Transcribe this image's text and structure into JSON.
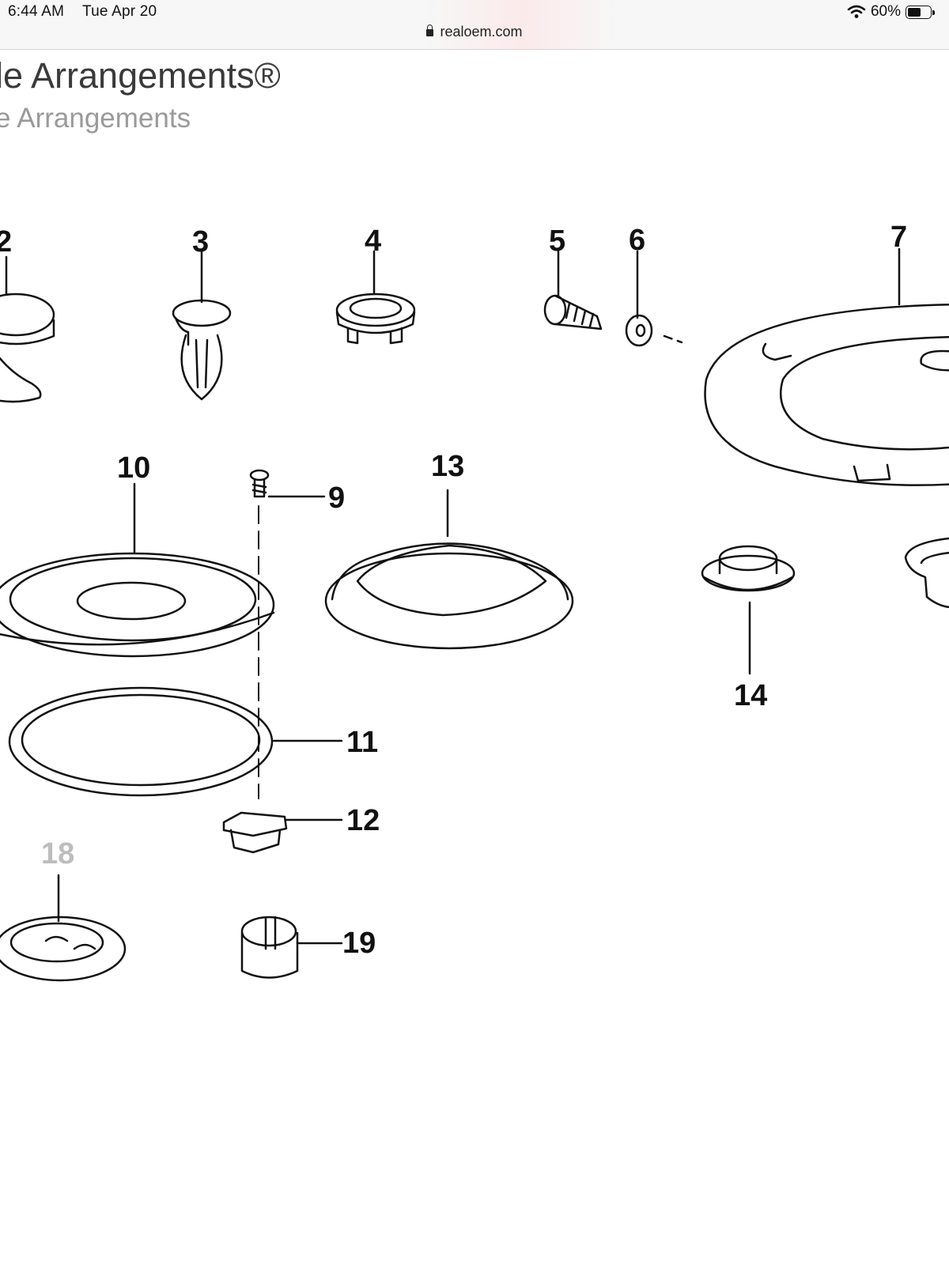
{
  "status_bar": {
    "time": "6:44 AM",
    "date": "Tue Apr 20",
    "url": "realoem.com",
    "battery": "60%",
    "battery_level": 0.6,
    "icons": [
      "wifi-icon",
      "battery-icon",
      "lock-icon"
    ]
  },
  "page": {
    "title": "le Arrangements®",
    "subtitle": "e Arrangements"
  },
  "diagram": {
    "callouts": [
      {
        "id": "2",
        "label": "2"
      },
      {
        "id": "3",
        "label": "3"
      },
      {
        "id": "4",
        "label": "4"
      },
      {
        "id": "5",
        "label": "5"
      },
      {
        "id": "6",
        "label": "6"
      },
      {
        "id": "7",
        "label": "7"
      },
      {
        "id": "9",
        "label": "9"
      },
      {
        "id": "10",
        "label": "10"
      },
      {
        "id": "11",
        "label": "11"
      },
      {
        "id": "12",
        "label": "12"
      },
      {
        "id": "13",
        "label": "13"
      },
      {
        "id": "14",
        "label": "14"
      },
      {
        "id": "18",
        "label": "18"
      },
      {
        "id": "19",
        "label": "19"
      }
    ]
  }
}
